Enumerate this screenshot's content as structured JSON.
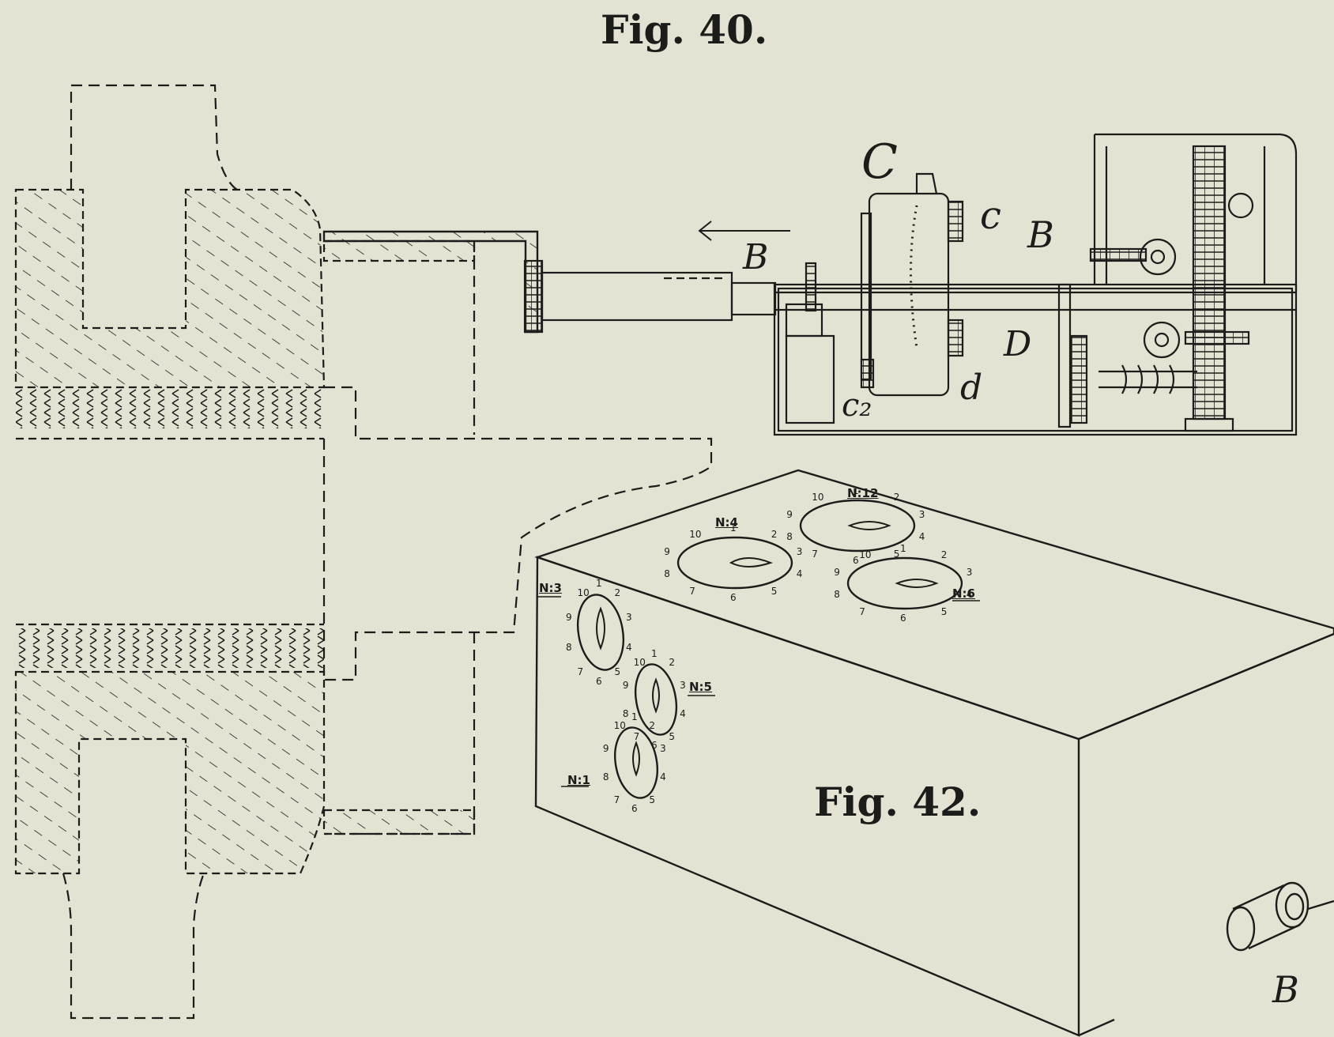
{
  "figures": {
    "fig40_title": "Fig. 40.",
    "fig42_title": "Fig. 42."
  },
  "labels": {
    "C_big": "C",
    "c_small": "c",
    "B_mid": "B",
    "B_right": "B",
    "D": "D",
    "d": "d",
    "c2": "c₂",
    "B_box": "B"
  },
  "dials": [
    {
      "id": "n1",
      "label": "N:1"
    },
    {
      "id": "n3",
      "label": "N:3"
    },
    {
      "id": "n4",
      "label": "N:4"
    },
    {
      "id": "n5",
      "label": "N:5"
    },
    {
      "id": "n6",
      "label": "N:6"
    },
    {
      "id": "n12",
      "label": "N:12"
    }
  ],
  "dial_numbers": [
    "1",
    "2",
    "3",
    "4",
    "5",
    "6",
    "7",
    "8",
    "9",
    "10"
  ],
  "colors": {
    "paper": "#e4e2d2",
    "ink": "#1c1c1a"
  }
}
